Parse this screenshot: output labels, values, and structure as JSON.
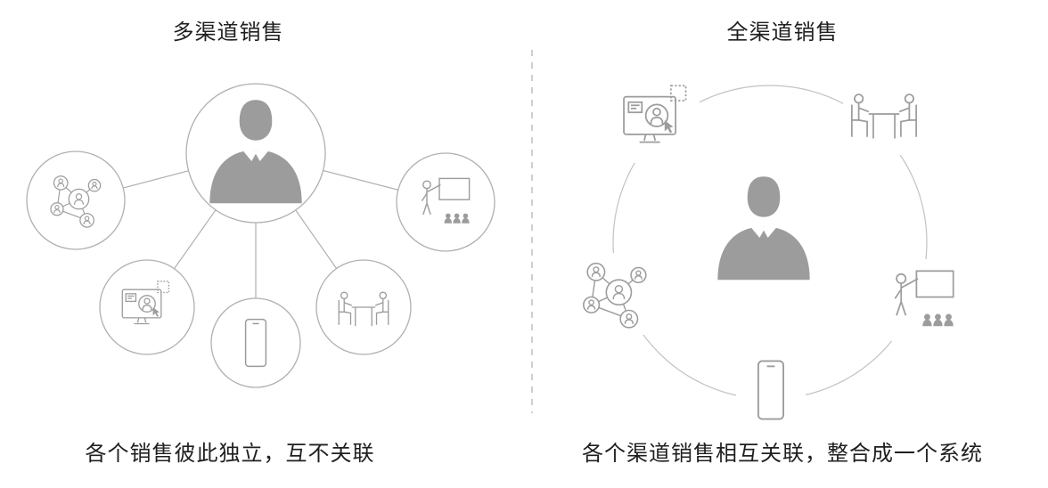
{
  "left_panel": {
    "title": "多渠道销售",
    "caption": "各个销售彼此独立，互不关联",
    "center_icon": "businessman-icon",
    "nodes": [
      {
        "icon": "network-people-icon"
      },
      {
        "icon": "presentation-icon"
      },
      {
        "icon": "computer-customer-icon"
      },
      {
        "icon": "smartphone-icon"
      },
      {
        "icon": "meeting-table-icon"
      }
    ]
  },
  "right_panel": {
    "title": "全渠道销售",
    "caption": "各个渠道销售相互关联，整合成一个系统",
    "center_icon": "businessman-icon",
    "ring_icons": [
      {
        "icon": "computer-customer-icon"
      },
      {
        "icon": "meeting-table-icon"
      },
      {
        "icon": "presentation-icon"
      },
      {
        "icon": "smartphone-icon"
      },
      {
        "icon": "network-people-icon"
      }
    ]
  },
  "colors": {
    "icon_gray": "#9c9c9c",
    "outline_gray": "#b0b0b0",
    "ring_gray": "#c2c2c2",
    "text_color": "#1f1f1f",
    "divider_gray": "#cfcfcf",
    "background": "#ffffff"
  }
}
